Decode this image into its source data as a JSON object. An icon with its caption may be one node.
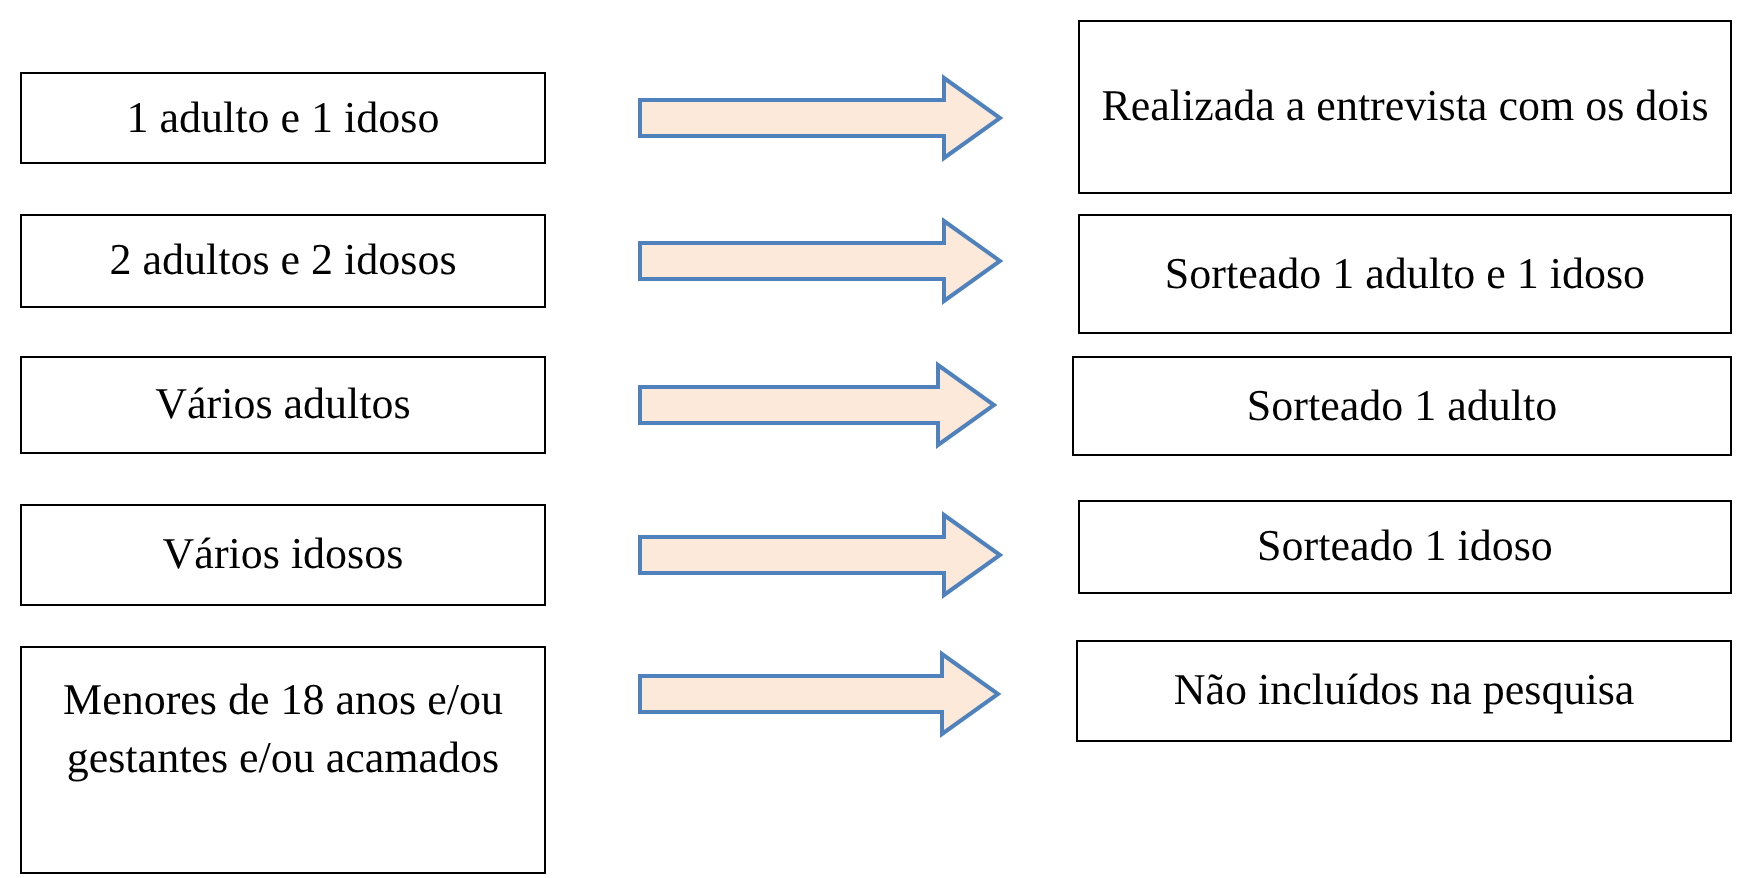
{
  "diagram": {
    "nodes": [
      {
        "text": [
          "1 adulto e 1 idoso"
        ]
      },
      {
        "text": [
          "Realizada a entrevista com os dois"
        ]
      },
      {
        "text": [
          "2 adultos e 2 idosos"
        ]
      },
      {
        "text": [
          "Sorteado 1 adulto e 1 idoso"
        ]
      },
      {
        "text": [
          "Vários adultos"
        ]
      },
      {
        "text": [
          "Sorteado 1 adulto"
        ]
      },
      {
        "text": [
          "Vários idosos"
        ]
      },
      {
        "text": [
          "Sorteado 1 idoso"
        ]
      },
      {
        "text": [
          "Menores de 18 anos e/ou gestantes e/ou acamados"
        ]
      },
      {
        "text": [
          "Não incluídos na pesquisa"
        ]
      }
    ],
    "edges": [
      {
        "from": 0,
        "to": 1,
        "arrow": "to"
      },
      {
        "from": 2,
        "to": 3,
        "arrow": "to"
      },
      {
        "from": 4,
        "to": 5,
        "arrow": "to"
      },
      {
        "from": 6,
        "to": 7,
        "arrow": "to"
      },
      {
        "from": 8,
        "to": 9,
        "arrow": "to"
      }
    ]
  }
}
